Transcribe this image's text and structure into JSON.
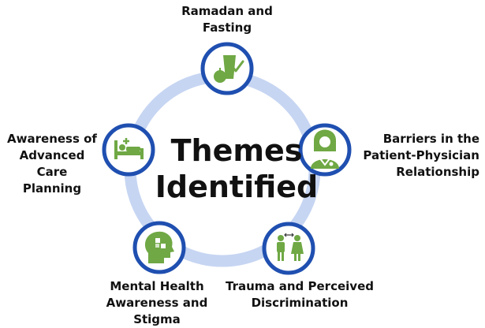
{
  "center_title": {
    "line1": "Themes",
    "line2": "Identified"
  },
  "colors": {
    "ring": "#c6d5f2",
    "node_border": "#1f4fb0",
    "icon_fill": "#6fa844",
    "text": "#111111"
  },
  "themes": [
    {
      "lines": [
        "Ramadan and",
        "Fasting"
      ],
      "icon": "food-fasting-icon"
    },
    {
      "lines": [
        "Barriers in the",
        "Patient-Physician",
        "Relationship"
      ],
      "icon": "physician-icon"
    },
    {
      "lines": [
        "Trauma and Perceived",
        "Discrimination"
      ],
      "icon": "people-interaction-icon"
    },
    {
      "lines": [
        "Mental Health",
        "Awareness and Stigma"
      ],
      "icon": "brain-puzzle-icon"
    },
    {
      "lines": [
        "Awareness of",
        "Advanced Care",
        "Planning"
      ],
      "icon": "hospital-bed-icon"
    }
  ]
}
